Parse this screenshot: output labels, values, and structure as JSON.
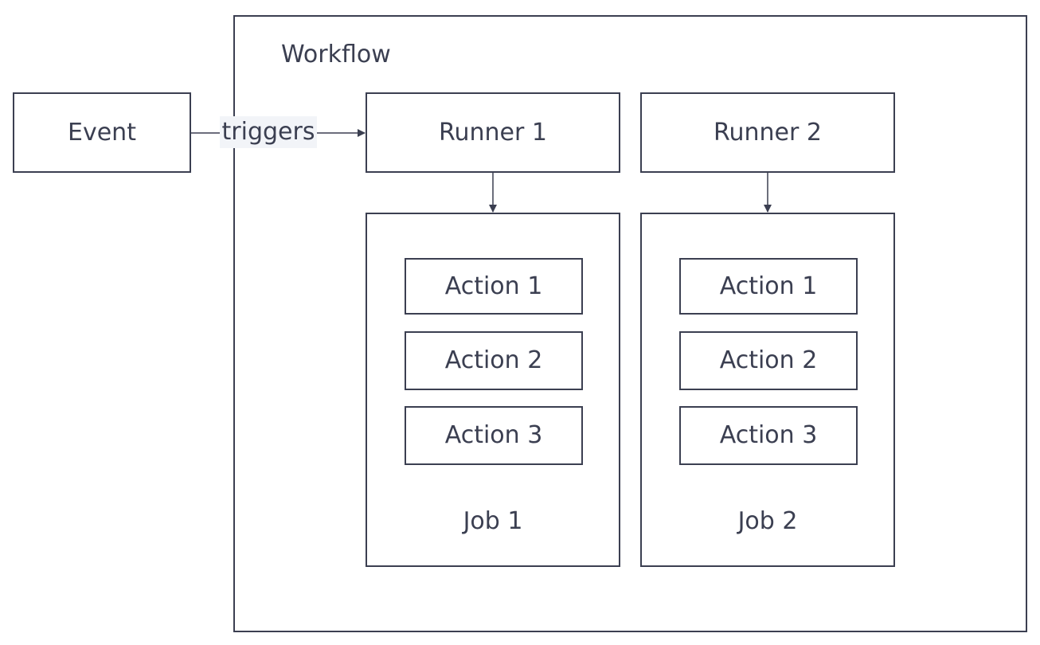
{
  "diagram": {
    "event": {
      "label": "Event"
    },
    "trigger": {
      "label": "triggers"
    },
    "workflow": {
      "title": "Workflow",
      "runners": [
        {
          "label": "Runner 1"
        },
        {
          "label": "Runner 2"
        }
      ],
      "jobs": [
        {
          "label": "Job 1",
          "actions": [
            "Action 1",
            "Action 2",
            "Action 3"
          ]
        },
        {
          "label": "Job 2",
          "actions": [
            "Action 1",
            "Action 2",
            "Action 3"
          ]
        }
      ]
    },
    "colors": {
      "stroke": "#3b3f51",
      "text": "#3b3f51",
      "label_background": "#f2f4f8",
      "background": "#ffffff"
    }
  }
}
